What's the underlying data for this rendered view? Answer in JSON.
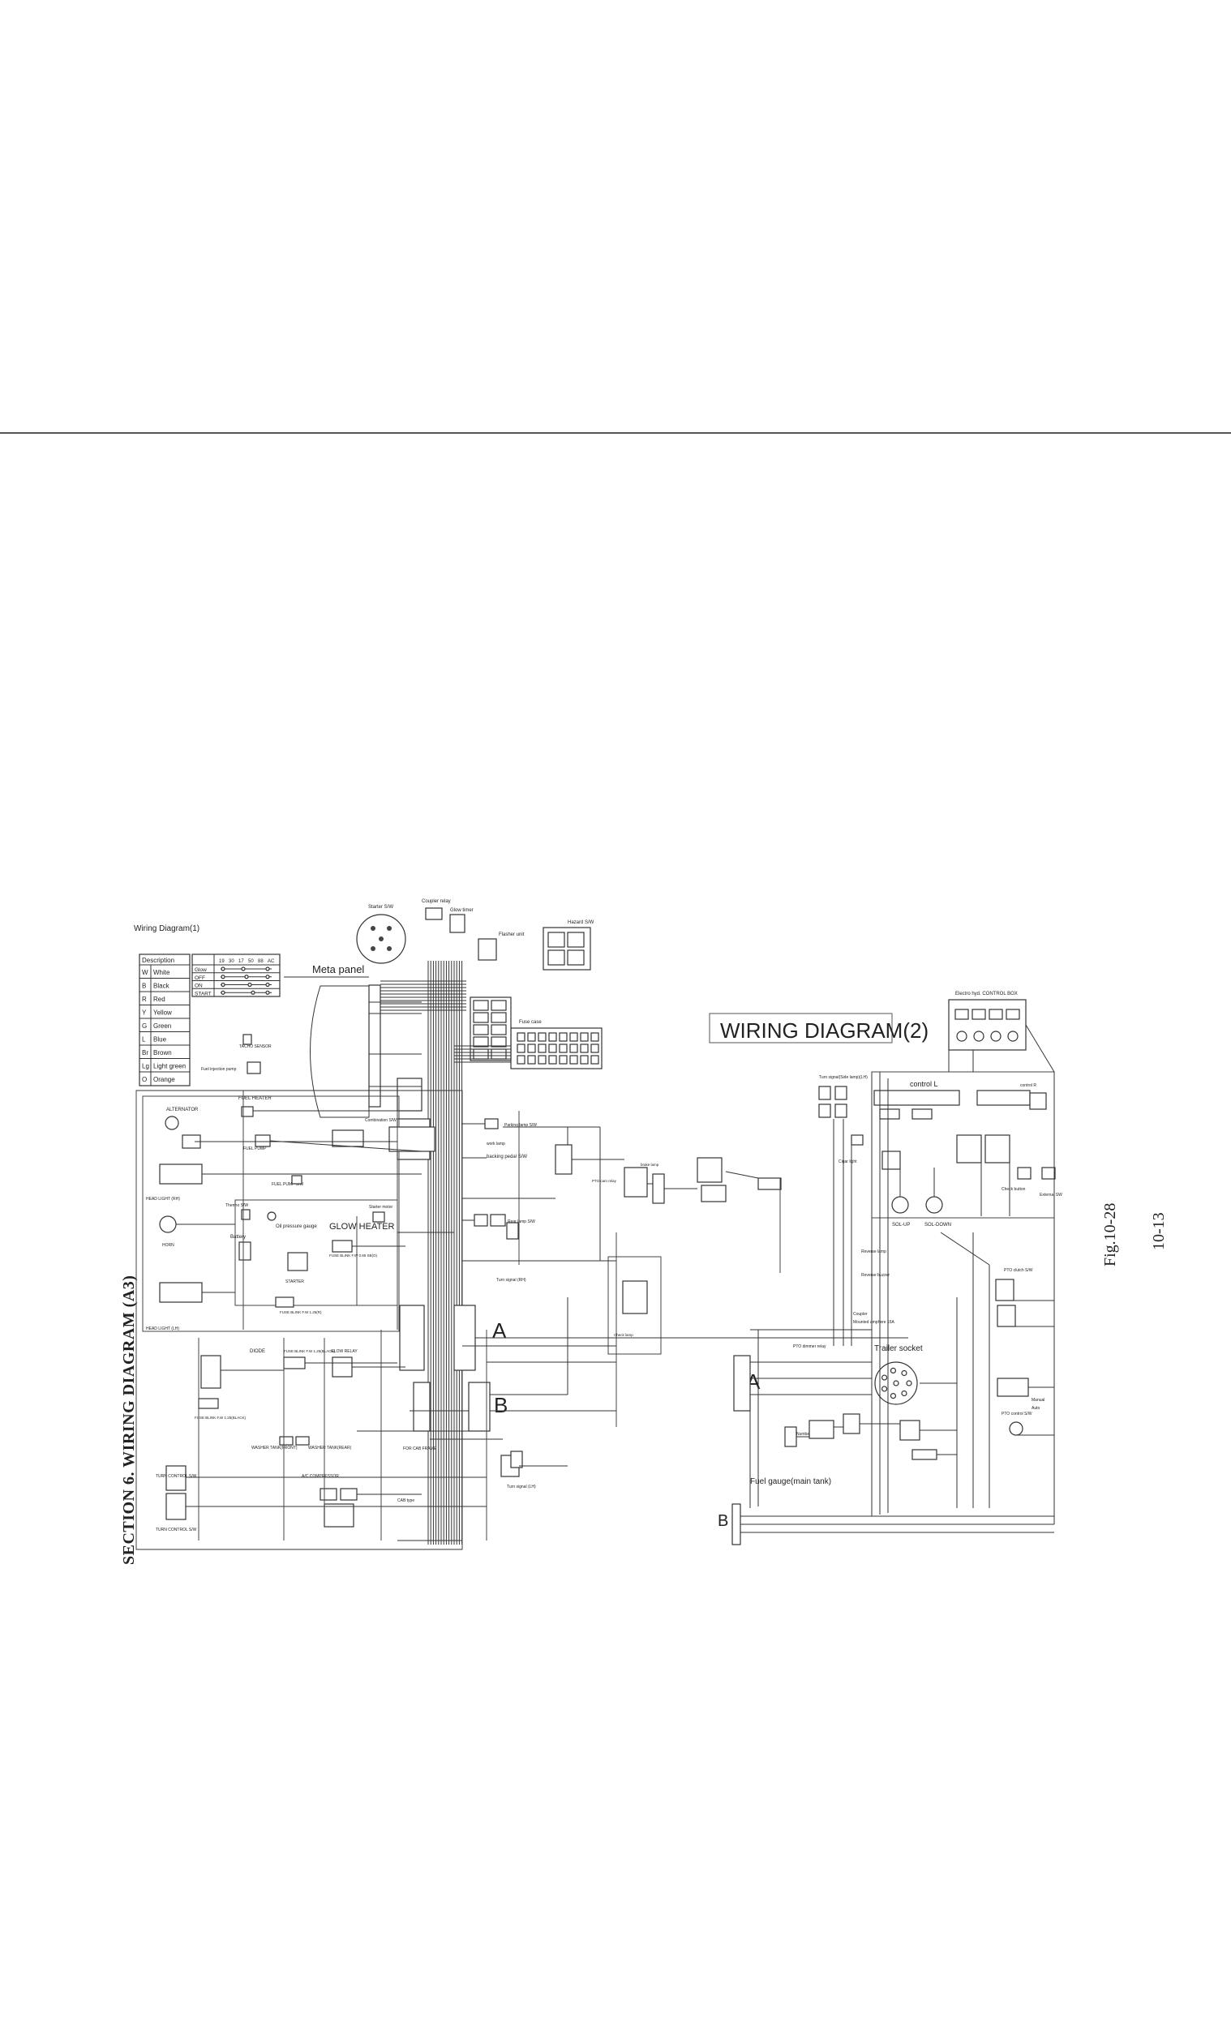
{
  "page": {
    "section_title": "SECTION 6.  WIRING   DIAGRAM (A3)",
    "figure_label": "Fig.10-28",
    "page_number": "10-13"
  },
  "diagram1": {
    "title": "Wiring Diagram(1)",
    "legend_header": "Description",
    "legend": [
      {
        "code": "W",
        "name": "White"
      },
      {
        "code": "B",
        "name": "Black"
      },
      {
        "code": "R",
        "name": "Red"
      },
      {
        "code": "Y",
        "name": "Yellow"
      },
      {
        "code": "G",
        "name": "Green"
      },
      {
        "code": "L",
        "name": "Blue"
      },
      {
        "code": "Br",
        "name": "Brown"
      },
      {
        "code": "Lg",
        "name": "Light green"
      },
      {
        "code": "O",
        "name": "Orange"
      }
    ],
    "switch_table_header": [
      "19",
      "30",
      "17",
      "50",
      "88",
      "AC"
    ],
    "switch_table_rows": [
      "Glow",
      "OFF",
      "ON",
      "START"
    ],
    "labels": {
      "meta_panel": "Meta panel",
      "starter_sw": "Starter S/W",
      "coupler_relay": "Coupler relay",
      "glow_timer": "Glow timer",
      "flasher_unit": "Flasher unit",
      "hazard_sw": "Hazard S/W",
      "fuse_case": "Fuse case",
      "tacho_sensor": "TACHO SENSOR",
      "fuel_injection_pump": "Fuel injection pump",
      "fuel_heater": "FUEL HEATER",
      "fuel_pump": "FUEL PUMP",
      "fuel_pump_sw": "FUEL PUMP S/W",
      "alternator": "ALTERNATOR",
      "head_light_rh": "HEAD LIGHT (RH)",
      "head_light_lh": "HEAD LIGHT (LH)",
      "horn": "HORN",
      "thermo_sw": "Thermo S/W",
      "oil_pressure_gauge": "Oil pressure gauge",
      "battery": "Battery",
      "glow_heater": "GLOW HEATER",
      "starter_motor": "Starter motor",
      "starter": "STARTER",
      "fuse_blink_1": "FUSE BLINK F.W 0.85 SB(O)",
      "fuse_blink_2": "FUSE BLINK F.W 1.25(R)",
      "fuse_blink_3": "FUSE BLINK F.W 1.25(BLACK)",
      "fuse_blink_4": "FUSE BLINK F.W 1.25(BLACK)",
      "diode": "DIODE",
      "glow_relay": "GLOW RELAY",
      "combination_sw": "Combination S/W",
      "parking_lamp_sw": "Parking lamp S/W",
      "work_lamp": "work lamp",
      "backing_pedal_sw": "backing pedal S/W",
      "rear_lamp_sw": "Rear lamp S/W",
      "turn_signal_rh": "Turn signal (RH)",
      "turn_signal_lh": "Turn signal (LH)",
      "for_cab_frame": "FOR CAB FRAME",
      "washer_tank": "WASHER TANK(FRONT)",
      "washer_tank_rear": "WASHER TANK(REAR)",
      "ac_compressor": "A/C COMPRESSOR",
      "cab_type": "CAB type",
      "turn_control_sw_1": "TURN CONTROL S/W",
      "turn_control_sw_2": "TURN CONTROL S/W",
      "pto_cam_relay": "PTO cam relay",
      "brake_lamp": "brake lamp",
      "check_lamp": "Check lamp",
      "connector_a": "A",
      "connector_b": "B"
    }
  },
  "diagram2": {
    "title": "WIRING DIAGRAM(2)",
    "labels": {
      "control_box": "Electro hyd. CONTROL BOX",
      "turn_signal_lamp": "Turn signal(Side lamp)(LH)",
      "control_l": "control L",
      "control_r": "control R",
      "cigar_light": "Cigar light",
      "sol_up": "SOL-UP",
      "sol_down": "SOL-DOWN",
      "check_button": "Check button",
      "external_sw": "External SW",
      "reverse_lamp": "Reverse lamp",
      "reverse_buzzer": "Reverse buzzer",
      "pto_clutch_sw": "PTO clutch S/W",
      "coupler": "Coupler",
      "mounted_amphere": "Mounted amphere 15A",
      "pto_dimmer_relay": "PTO dimmer relay",
      "trailer_socket": "Trailer socket",
      "number_plate_lamp": "Number plate lamp",
      "fuel_gauge": "Fuel gauge(main tank)",
      "pto_control_sw": "PTO control S/W",
      "manual": "Manual",
      "auto": "Auto",
      "connector_a": "A",
      "connector_b": "B"
    }
  }
}
